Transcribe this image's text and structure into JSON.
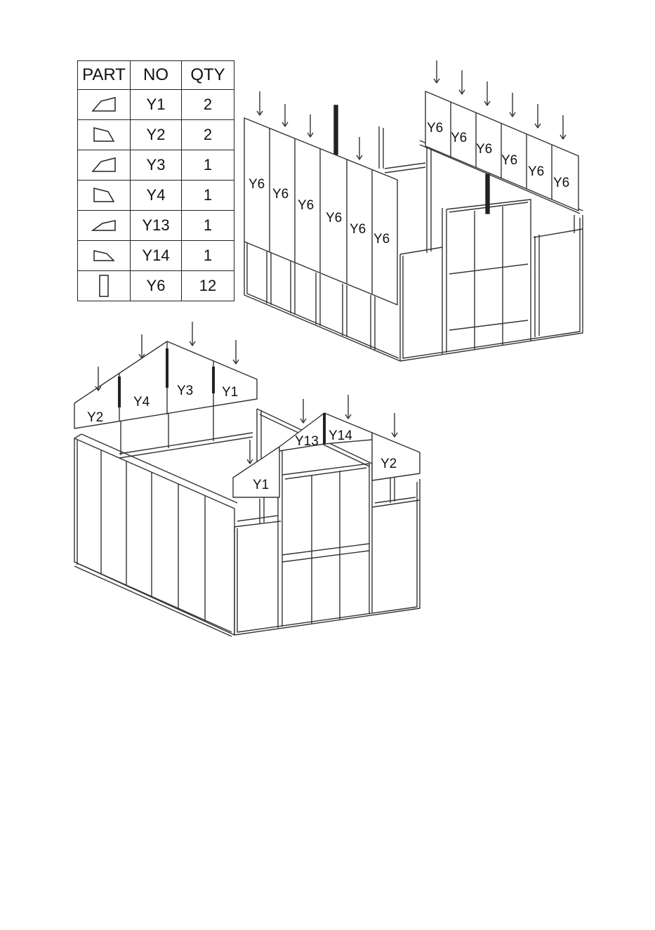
{
  "table": {
    "headers": [
      "PART",
      "NO",
      "QTY"
    ],
    "rows": [
      {
        "shape": "panel-y1-icon",
        "no": "Y1",
        "qty": "2"
      },
      {
        "shape": "panel-y2-icon",
        "no": "Y2",
        "qty": "2"
      },
      {
        "shape": "panel-y3-icon",
        "no": "Y3",
        "qty": "1"
      },
      {
        "shape": "panel-y4-icon",
        "no": "Y4",
        "qty": "1"
      },
      {
        "shape": "panel-y13-icon",
        "no": "Y13",
        "qty": "1"
      },
      {
        "shape": "panel-y14-icon",
        "no": "Y14",
        "qty": "1"
      },
      {
        "shape": "panel-y6-icon",
        "no": "Y6",
        "qty": "12"
      }
    ]
  },
  "labels": {
    "y1": "Y1",
    "y2": "Y2",
    "y3": "Y3",
    "y4": "Y4",
    "y6": "Y6",
    "y13": "Y13",
    "y14": "Y14"
  }
}
